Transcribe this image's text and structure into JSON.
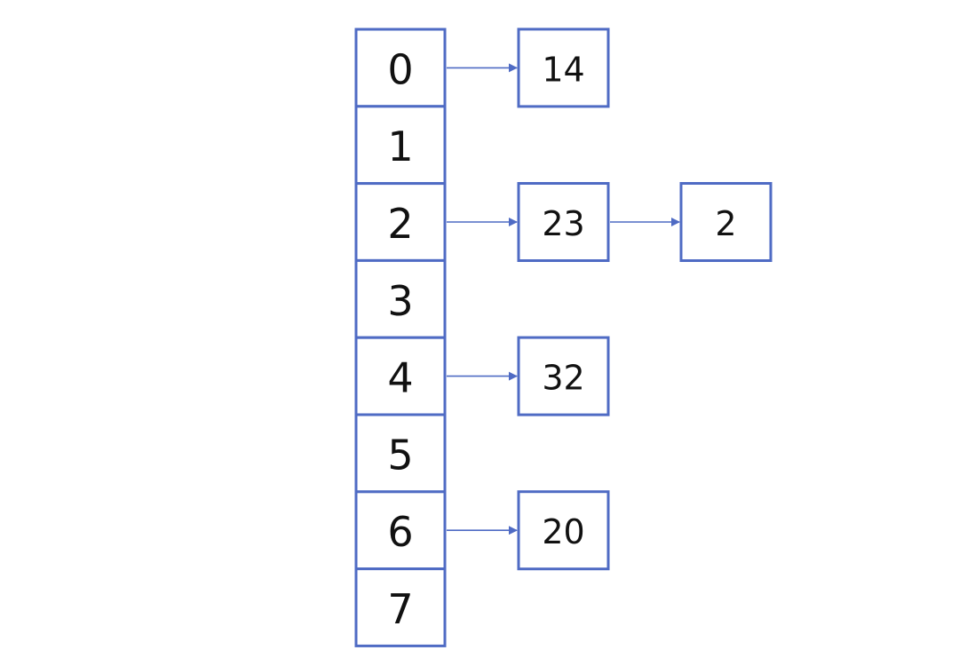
{
  "colors": {
    "box_stroke": "#4f6bc4",
    "arrow": "#4f6bc4",
    "text": "#111111"
  },
  "buckets": [
    "0",
    "1",
    "2",
    "3",
    "4",
    "5",
    "6",
    "7"
  ],
  "chains": [
    {
      "bucket": 0,
      "values": [
        "14"
      ]
    },
    {
      "bucket": 2,
      "values": [
        "23",
        "2"
      ]
    },
    {
      "bucket": 4,
      "values": [
        "32"
      ]
    },
    {
      "bucket": 6,
      "values": [
        "20"
      ]
    }
  ]
}
